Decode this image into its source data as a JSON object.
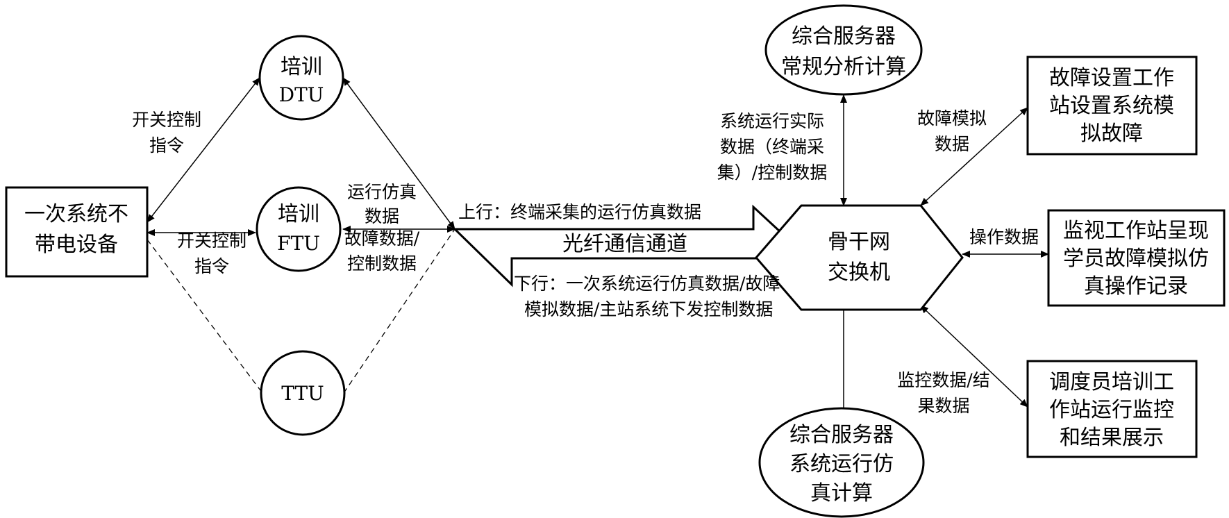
{
  "nodes": {
    "primary_equipment": [
      "一次系统不",
      "带电设备"
    ],
    "dtu": [
      "培训",
      "DTU"
    ],
    "ftu": [
      "培训",
      "FTU"
    ],
    "ttu": [
      "TTU"
    ],
    "switch": [
      "骨干网",
      "交换机"
    ],
    "server_top": [
      "综合服务器",
      "常规分析计算"
    ],
    "server_bottom": [
      "综合服务器",
      "系统运行仿",
      "真计算"
    ],
    "fault_station": [
      "故障设置工作",
      "站设置系统模",
      "拟故障"
    ],
    "monitor_station": [
      "监视工作站呈现",
      "学员故障模拟仿",
      "真操作记录"
    ],
    "dispatcher_station": [
      "调度员培训工",
      "作站运行监控",
      "和结果展示"
    ]
  },
  "labels": {
    "switch_control_upper": [
      "开关控制",
      "指令"
    ],
    "switch_control_lower": [
      "开关控制",
      "指令"
    ],
    "run_sim_data": [
      "运行仿真",
      "数据"
    ],
    "fault_control_data": [
      "故障数据/",
      "控制数据"
    ],
    "uplink": "上行：终端采集的运行仿真数据",
    "fiber_channel": "光纤通信通道",
    "downlink": [
      "下行：一次系统运行仿真数据/故障",
      "模拟数据/主站系统下发控制数据"
    ],
    "system_actual_data": [
      "系统运行实际",
      "数据（终端采",
      "集）/控制数据"
    ],
    "fault_sim_data": [
      "故障模拟",
      "数据"
    ],
    "operation_data": "操作数据",
    "monitor_result_data": [
      "监控数据/结",
      "果数据"
    ]
  }
}
